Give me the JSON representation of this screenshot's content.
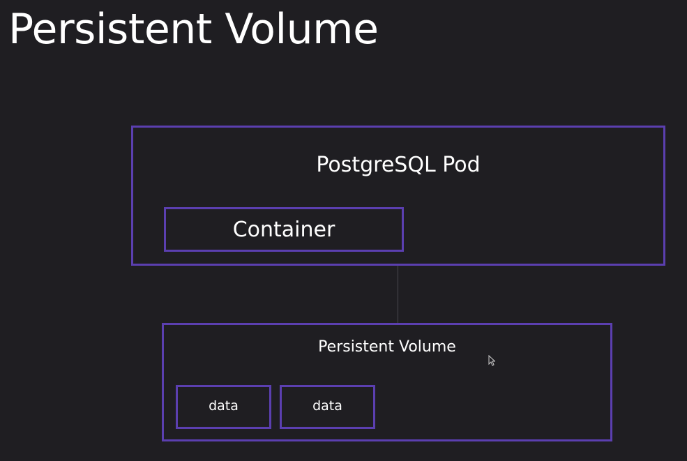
{
  "slide": {
    "title": "Persistent Volume"
  },
  "diagram": {
    "pod": {
      "label": "PostgreSQL Pod",
      "container_label": "Container"
    },
    "volume": {
      "label": "Persistent Volume",
      "data_blocks": [
        "data",
        "data"
      ]
    }
  },
  "colors": {
    "background": "#1f1e22",
    "box_border": "#5b3fb0",
    "text": "#ffffff",
    "connector": "#4a4850"
  }
}
